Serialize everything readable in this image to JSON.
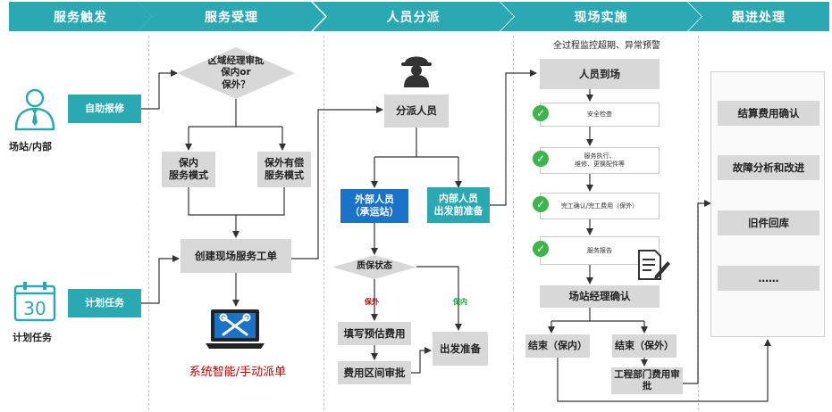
{
  "stages": [
    "服务触发",
    "服务受理",
    "人员分派",
    "现场实施",
    "跟进处理"
  ],
  "triggers": {
    "site_label": "场站/内部",
    "self_repair": "自助报修",
    "plan_label": "计划任务",
    "plan_button": "计划任务",
    "calendar_number": "30"
  },
  "accept": {
    "decision_lines": [
      "区域经理审批",
      "保内or",
      "保外？"
    ],
    "in_warranty_lines": [
      "保内",
      "服务模式"
    ],
    "paid_lines": [
      "保外有偿",
      "服务模式"
    ],
    "create_order": "创建现场服务工单",
    "dispatch_note": "系统智能/手动派单"
  },
  "dispatch": {
    "assign": "分派人员",
    "external_lines": [
      "外部人员",
      "（承运站）"
    ],
    "internal_lines": [
      "内部人员",
      "出发前准备"
    ],
    "warranty_status": "质保状态",
    "out_label": "保外",
    "in_label": "保内",
    "fill_estimate": "填写预估费用",
    "cost_approval": "费用区间审批",
    "depart": "出发准备"
  },
  "onsite": {
    "monitor_note": "全过程监控超期、异常预警",
    "arrive": "人员到场",
    "safety": "安全检查",
    "service_lines": [
      "服务执行、",
      "维修、更换配件等"
    ],
    "complete": "完工确认/完工费用（保外）",
    "report": "服务报告",
    "manager_confirm": "场站经理确认",
    "end_in": "结束（保内）",
    "end_out": "结束（保外）",
    "eng_approval_lines": [
      "工程部门费用审",
      "批"
    ]
  },
  "follow": {
    "items": [
      "结算费用确认",
      "故障分析和改进",
      "旧件回库",
      "……"
    ]
  },
  "colors": {
    "teal": "#2aa9b3",
    "blue": "#1a73c8",
    "red_label": "#c00000",
    "green_label": "#1f9e3a",
    "check_green": "#3cb54a"
  }
}
